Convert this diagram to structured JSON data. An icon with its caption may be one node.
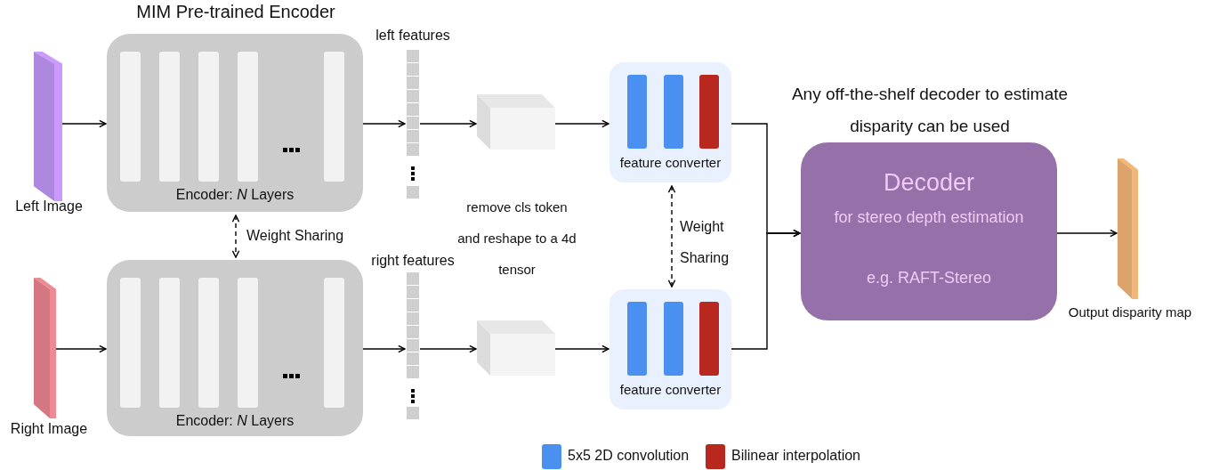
{
  "diagram": {
    "title": "MIM Pre-trained Encoder",
    "nodes": [
      {
        "text": [],
        "shape": "box",
        "beside": [
          "Left Image"
        ]
      },
      {
        "text": [
          "Encoder: *N* Layers"
        ]
      },
      {
        "text": [],
        "shape": "box",
        "beside": [
          "left features"
        ]
      },
      {
        "text": [],
        "shape": "box"
      },
      {
        "text": [
          "feature converter"
        ]
      },
      {
        "text": [],
        "shape": "box",
        "beside": [
          "Right Image"
        ]
      },
      {
        "text": [
          "Encoder: *N* Layers"
        ]
      },
      {
        "text": [],
        "shape": "box",
        "beside": [
          "right features"
        ]
      },
      {
        "text": [],
        "shape": "box"
      },
      {
        "text": [
          "feature converter"
        ]
      },
      {
        "text": [
          "Decoder",
          "for stereo depth estimation",
          "e.g. RAFT-Stereo"
        ],
        "beside": [
          "Any off-the-shelf decoder to estimate disparity can be used"
        ]
      },
      {
        "text": [],
        "shape": "box",
        "beside": [
          "Output disparity map"
        ]
      }
    ],
    "edges": [
      {
        "from": 0,
        "to": 1,
        "arrow": "to"
      },
      {
        "from": 1,
        "to": 2,
        "arrow": "to"
      },
      {
        "from": 2,
        "to": 3,
        "arrow": "to"
      },
      {
        "from": 3,
        "to": 4,
        "arrow": "to"
      },
      {
        "from": 5,
        "to": 6,
        "arrow": "to"
      },
      {
        "from": 6,
        "to": 7,
        "arrow": "to"
      },
      {
        "from": 7,
        "to": 8,
        "arrow": "to"
      },
      {
        "from": 8,
        "to": 9,
        "arrow": "to"
      },
      {
        "from": 1,
        "to": 6,
        "arrow": "both",
        "style": "dashed",
        "label": "Weight Sharing"
      },
      {
        "from": 4,
        "to": 9,
        "arrow": "both",
        "style": "dashed",
        "label": "Weight Sharing"
      },
      {
        "from": 4,
        "to": 10,
        "arrow": "to"
      },
      {
        "from": 9,
        "to": 10,
        "arrow": "to"
      },
      {
        "from": 10,
        "to": 11,
        "arrow": "to"
      }
    ],
    "labels": [
      "remove cls token and reshape to a 4d tensor"
    ],
    "legend": [
      {
        "text": "5x5 2D convolution",
        "color": "#4a90f0"
      },
      {
        "text": "Bilinear interpolation",
        "color": "#b8281f"
      }
    ]
  }
}
